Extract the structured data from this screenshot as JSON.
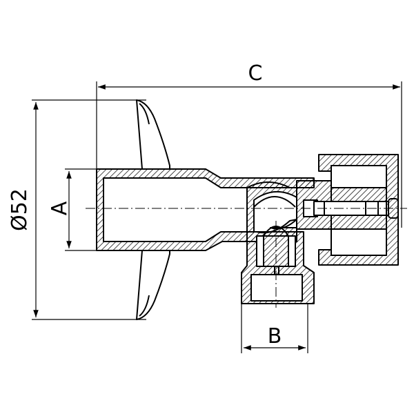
{
  "dimensions": {
    "overall_length": "C",
    "inlet_thread": "A",
    "outlet_thread": "B",
    "handle_diameter": "Ø52"
  }
}
